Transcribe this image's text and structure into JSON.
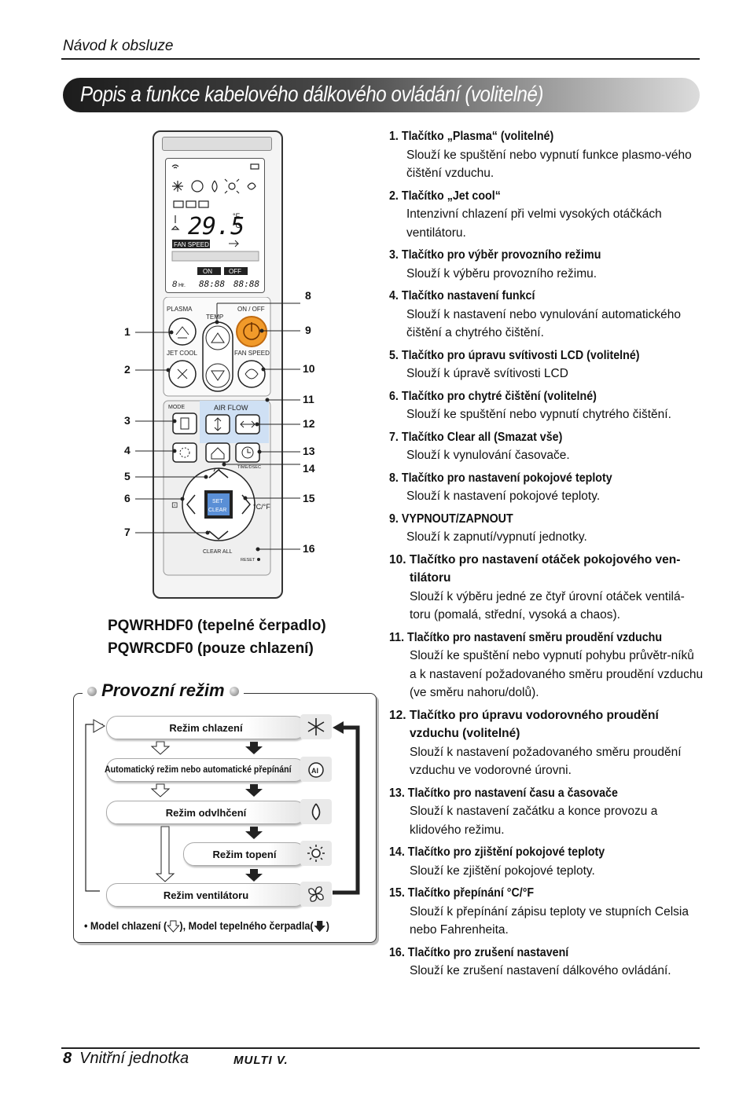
{
  "header": {
    "text": "Návod k obsluze"
  },
  "title": "Popis a funkce kabelového dálkového ovládání (volitelné)",
  "remote": {
    "lcd": {
      "temp": "29.5",
      "unit_f": "°F",
      "unit_c": "°C",
      "fan_speed": "FAN SPEED",
      "on": "ON",
      "off": "OFF",
      "time_hr": "Hr."
    },
    "labels": {
      "plasma": "PLASMA",
      "temp": "TEMP",
      "on_off": "ON / OFF",
      "jet_cool": "JET COOL",
      "fan_speed": "FAN SPEED",
      "mode": "MODE",
      "air_flow": "AIR FLOW",
      "time": "TIME/DSEC",
      "set": "SET",
      "clear": "CLEAR",
      "clear_all": "CLEAR ALL",
      "reset": "RESET",
      "cf": "°C/°F"
    },
    "callouts_left": [
      "1",
      "2",
      "3",
      "4",
      "5",
      "6",
      "7"
    ],
    "callouts_right": [
      "8",
      "9",
      "10",
      "11",
      "12",
      "13",
      "14",
      "15",
      "16"
    ]
  },
  "models": {
    "line1": "PQWRHDF0 (tepelné čerpadlo)",
    "line2": "PQWRCDF0 (pouze chlazení)"
  },
  "modes": {
    "title": "Provozní režim",
    "cooling": "Režim chlazení",
    "auto": "Automatický režim nebo automatické přepínání",
    "dry": "Režim odvlhčení",
    "heating": "Režim topení",
    "fan": "Režim ventilátoru",
    "legend_a": "• Model chlazení (",
    "legend_b": "), Model tepelného čerpadla(",
    "legend_c": ")"
  },
  "items": [
    {
      "title": "1.  Tlačítko „Plasma“ (volitelné)",
      "desc": "Slouží ke spuštění nebo vypnutí funkce plasmo-vého čištění vzduchu."
    },
    {
      "title": "2.  Tlačítko „Jet cool“",
      "desc": "Intenzivní chlazení při velmi vysokých otáčkách ventilátoru."
    },
    {
      "title": "3.  Tlačítko pro výběr provozního režimu",
      "desc": "Slouží k výběru provozního režimu."
    },
    {
      "title": "4.  Tlačítko nastavení funkcí",
      "desc": "Slouží k nastavení nebo vynulování automatického čištění a chytrého čištění."
    },
    {
      "title": "5.  Tlačítko pro úpravu svítivosti LCD (volitelné)",
      "desc": "Slouží k úpravě svítivosti LCD"
    },
    {
      "title": "6.  Tlačítko pro chytré čištění (volitelné)",
      "desc": "Slouží ke spuštění nebo vypnutí chytrého čištění."
    },
    {
      "title": "7.  Tlačítko Clear all (Smazat vše)",
      "desc": "Slouží k vynulování časovače."
    },
    {
      "title": "8.  Tlačítko pro nastavení pokojové teploty",
      "desc": "Slouží k nastavení pokojové teploty."
    },
    {
      "title": "9.  VYPNOUT/ZAPNOUT",
      "desc": "Slouží k zapnutí/vypnutí jednotky."
    },
    {
      "title": "10. Tlačítko pro nastavení otáček pokojového ven-tilátoru",
      "desc": "Slouží k výběru jedné ze čtyř úrovní otáček ventilá-toru (pomalá, střední, vysoká a chaos)."
    },
    {
      "title": "11. Tlačítko pro nastavení směru proudění vzduchu",
      "desc": "Slouží ke spuštění nebo vypnutí pohybu průvětr-níků a k nastavení požadovaného směru proudění vzduchu (ve směru nahoru/dolů)."
    },
    {
      "title": "12. Tlačítko pro úpravu vodorovného proudění vzduchu (volitelné)",
      "desc": "Slouží k nastavení požadovaného směru proudění vzduchu ve vodorovné úrovni."
    },
    {
      "title": "13. Tlačítko pro nastavení času a časovače",
      "desc": "Slouží k nastavení začátku a konce provozu a klidového režimu."
    },
    {
      "title": "14. Tlačítko pro zjištění pokojové teploty",
      "desc": "Slouží ke zjištění pokojové teploty."
    },
    {
      "title": "15. Tlačítko přepínání °C/°F",
      "desc": "Slouží k přepínání zápisu teploty ve stupních Celsia nebo Fahrenheita."
    },
    {
      "title": "16. Tlačítko pro zrušení nastavení",
      "desc": "Slouží ke zrušení nastavení dálkového ovládání."
    }
  ],
  "footer": {
    "page": "8",
    "text": "Vnitřní jednotka",
    "logo": "MULTI V."
  }
}
